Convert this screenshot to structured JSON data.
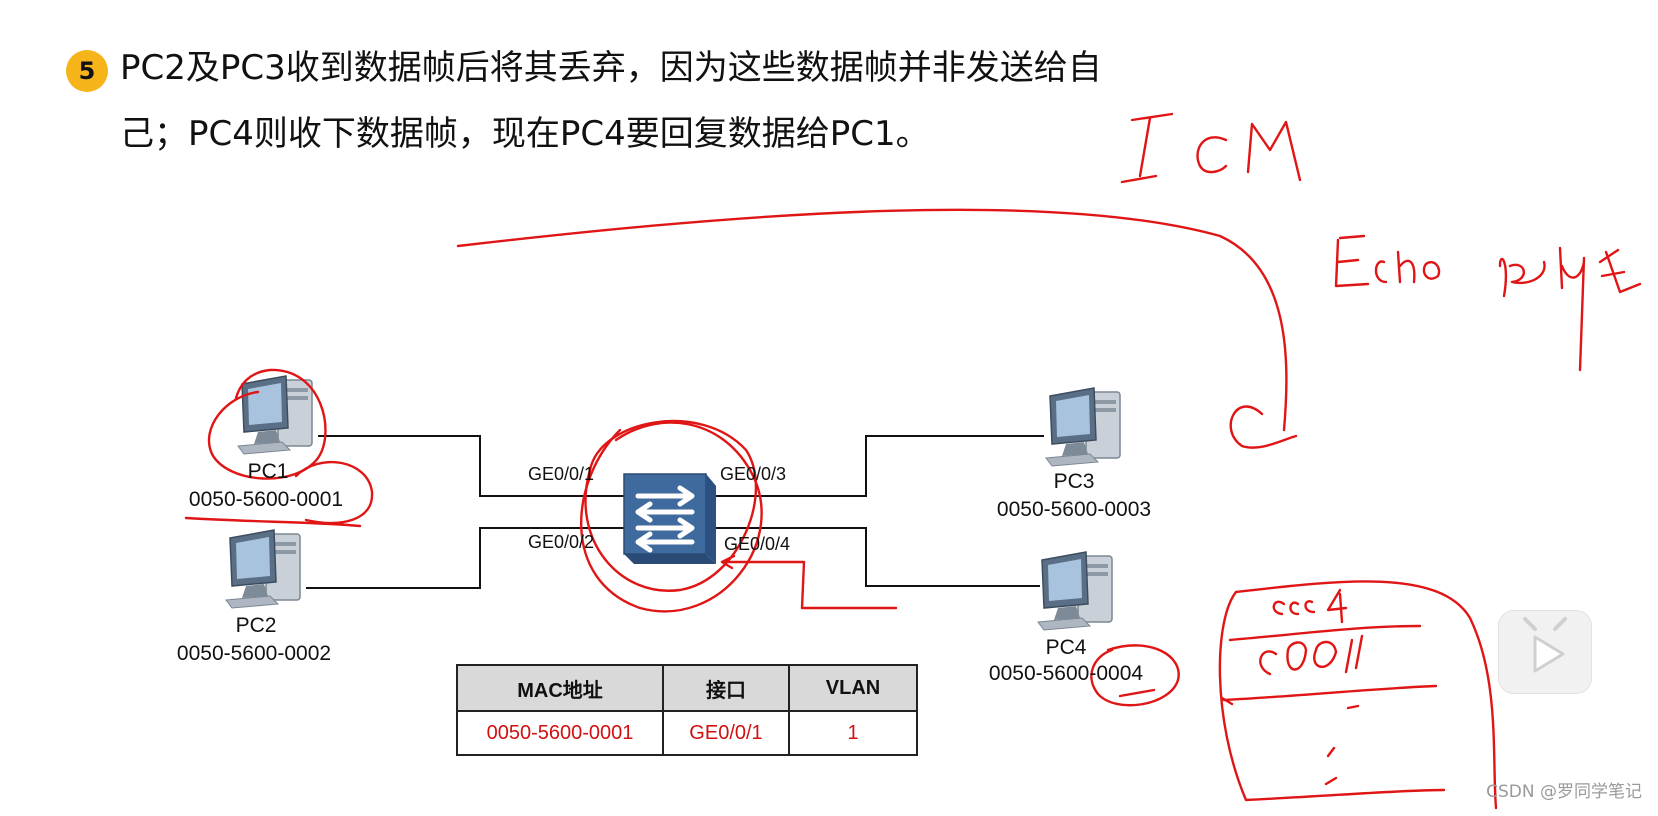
{
  "step": {
    "number": "5"
  },
  "heading": {
    "line1": "PC2及PC3收到数据帧后将其丢弃，因为这些数据帧并非发送给自",
    "line2": "己；PC4则收下数据帧，现在PC4要回复数据给PC1。"
  },
  "pcs": [
    {
      "name": "PC1",
      "mac": "0050-5600-0001"
    },
    {
      "name": "PC2",
      "mac": "0050-5600-0002"
    },
    {
      "name": "PC3",
      "mac": "0050-5600-0003"
    },
    {
      "name": "PC4",
      "mac": "0050-5600-0004"
    }
  ],
  "ports": {
    "p1": "GE0/0/1",
    "p2": "GE0/0/2",
    "p3": "GE0/0/3",
    "p4": "GE0/0/4"
  },
  "mac_table": {
    "headers": [
      "MAC地址",
      "接口",
      "VLAN"
    ],
    "rows": [
      [
        "0050-5600-0001",
        "GE0/0/1",
        "1"
      ]
    ]
  },
  "watermark": "CSDN @罗同学笔记",
  "colors": {
    "badge": "#f4b41a",
    "annotation": "#e01515",
    "link": "#111111",
    "switch": "#3f6a9e",
    "table_value": "#d21010"
  }
}
